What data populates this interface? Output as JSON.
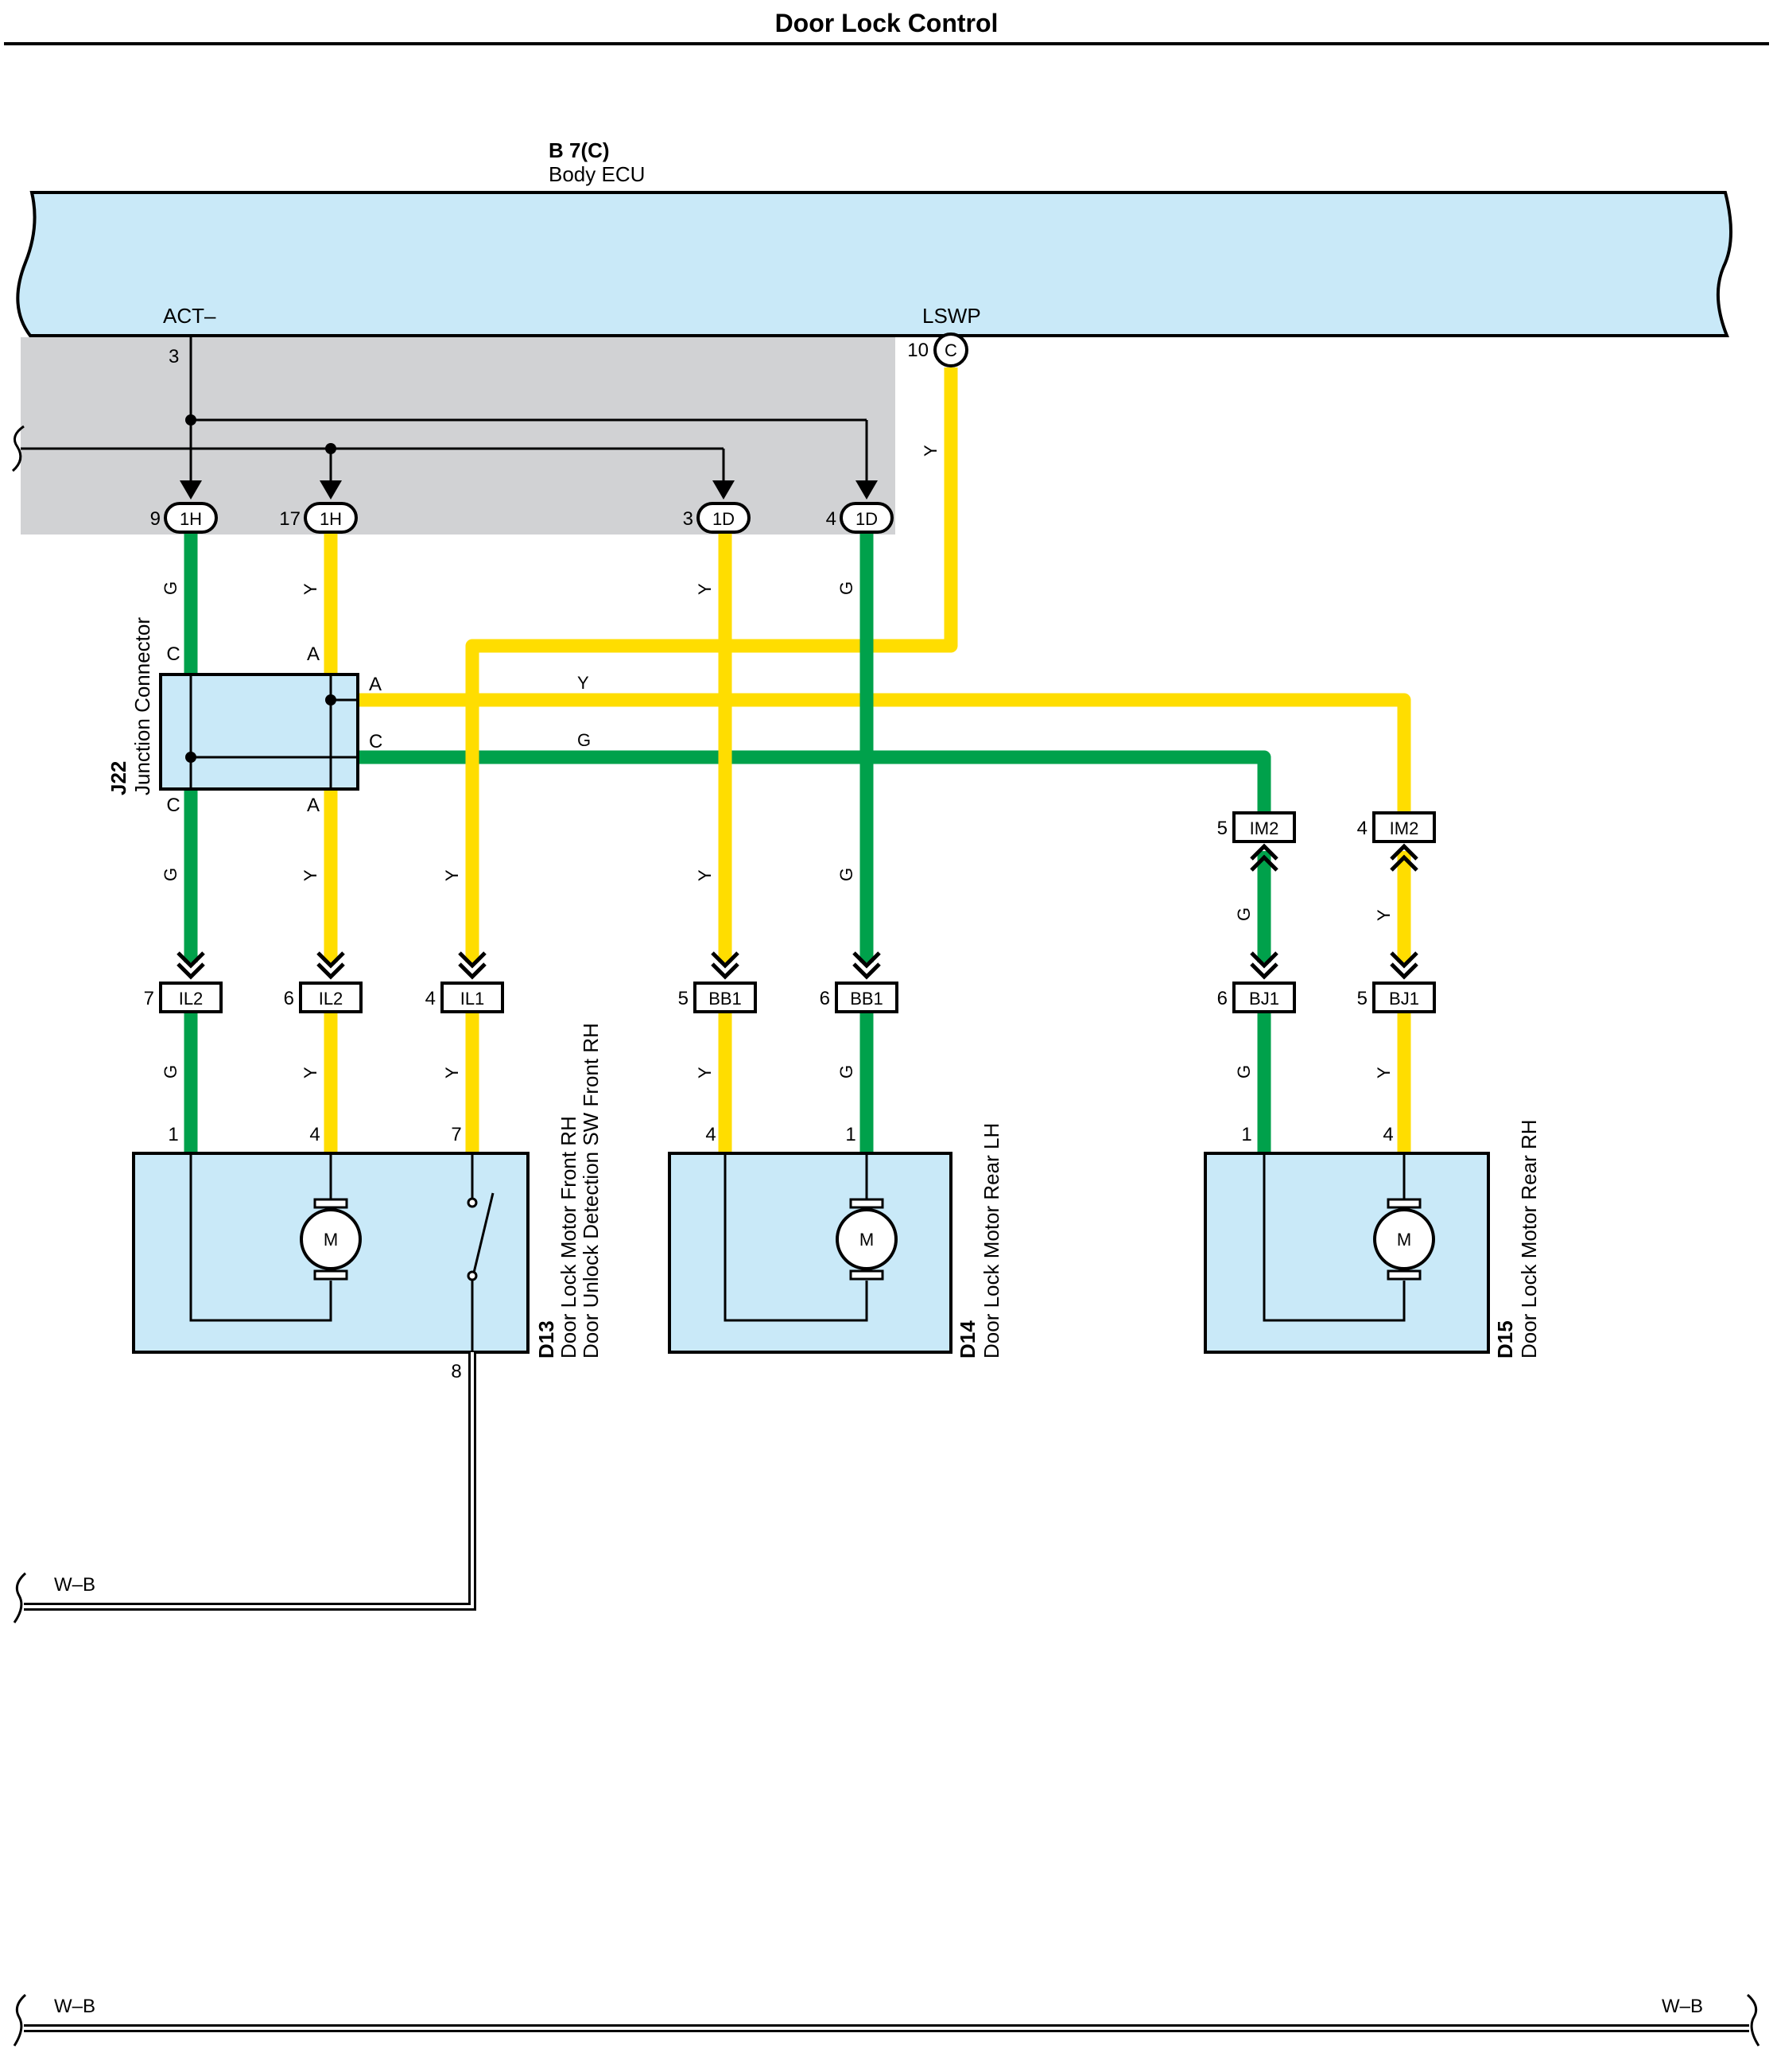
{
  "title": "Door Lock Control",
  "colors": {
    "wire_yellow": "#FFDD00",
    "wire_green": "#00A14B",
    "component_fill": "#C9E9F8",
    "junction_box_fill": "#D1D2D4"
  },
  "ecu": {
    "code": "B 7(C)",
    "name": "Body ECU",
    "terminal_act": "ACT–",
    "terminal_lswp": "LSWP",
    "pin_act": "3",
    "pin_lswp": "10",
    "lswp_connector": "C"
  },
  "connectors_top": [
    {
      "pin": "9",
      "name": "1H"
    },
    {
      "pin": "17",
      "name": "1H"
    },
    {
      "pin": "3",
      "name": "1D"
    },
    {
      "pin": "4",
      "name": "1D"
    }
  ],
  "junction": {
    "code": "J22",
    "name": "Junction Connector",
    "pin_c": "C",
    "pin_a": "A"
  },
  "wire_colors": {
    "yellow": "Y",
    "green": "G",
    "ground": "W–B"
  },
  "inline_connectors": [
    {
      "pin": "5",
      "name": "IM2"
    },
    {
      "pin": "4",
      "name": "IM2"
    },
    {
      "pin": "7",
      "name": "IL2"
    },
    {
      "pin": "6",
      "name": "IL2"
    },
    {
      "pin": "4",
      "name": "IL1"
    },
    {
      "pin": "5",
      "name": "BB1"
    },
    {
      "pin": "6",
      "name": "BB1"
    },
    {
      "pin": "6",
      "name": "BJ1"
    },
    {
      "pin": "5",
      "name": "BJ1"
    }
  ],
  "components": [
    {
      "code": "D13",
      "name_1": "Door Lock Motor Front RH",
      "name_2": "Door Unlock Detection SW Front RH",
      "pins": [
        "1",
        "4",
        "7"
      ],
      "ground_pin": "8"
    },
    {
      "code": "D14",
      "name_1": "Door Lock Motor Rear LH",
      "pins": [
        "4",
        "1"
      ]
    },
    {
      "code": "D15",
      "name_1": "Door Lock Motor Rear RH",
      "pins": [
        "1",
        "4"
      ]
    }
  ],
  "motor_symbol": "M"
}
